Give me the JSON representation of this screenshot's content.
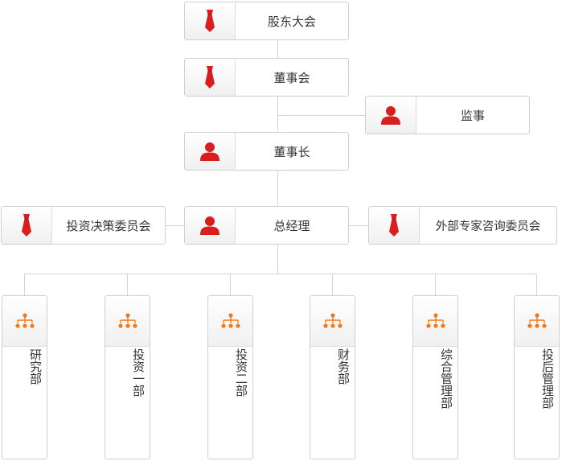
{
  "colors": {
    "accent_red": "#d81e1e",
    "accent_orange": "#ee7a1b",
    "line": "#d4d4d4",
    "text": "#333333"
  },
  "nodes": {
    "shareholders": {
      "label": "股东大会",
      "icon": "tie-icon"
    },
    "board": {
      "label": "董事会",
      "icon": "tie-icon"
    },
    "supervisor": {
      "label": "监事",
      "icon": "person-icon"
    },
    "chairman": {
      "label": "董事长",
      "icon": "person-icon"
    },
    "gm": {
      "label": "总经理",
      "icon": "person-icon"
    },
    "invest_committee": {
      "label": "投资决策委员会",
      "icon": "tie-icon"
    },
    "expert_committee": {
      "label": "外部专家咨询委员会",
      "icon": "tie-icon"
    }
  },
  "departments": [
    {
      "label": "研究部",
      "icon": "org-chart-icon"
    },
    {
      "label": "投资一部",
      "icon": "org-chart-icon"
    },
    {
      "label": "投资二部",
      "icon": "org-chart-icon"
    },
    {
      "label": "财务部",
      "icon": "org-chart-icon"
    },
    {
      "label": "综合管理部",
      "icon": "org-chart-icon"
    },
    {
      "label": "投后管理部",
      "icon": "org-chart-icon"
    }
  ]
}
